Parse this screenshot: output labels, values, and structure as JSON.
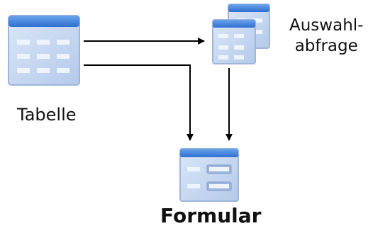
{
  "nodes": {
    "table": {
      "label": "Tabelle",
      "icon": "table-icon"
    },
    "query": {
      "label_line1": "Auswahl-",
      "label_line2": "abfrage",
      "icon": "query-icon"
    },
    "form": {
      "label": "Formular",
      "icon": "form-icon"
    }
  },
  "edges": [
    {
      "from": "table",
      "to": "query"
    },
    {
      "from": "table",
      "to": "form"
    },
    {
      "from": "query",
      "to": "form"
    }
  ],
  "colors": {
    "header_blue": "#2f6fcf",
    "body_blue": "#c8d9f2",
    "cell_blue": "#e8f0fb",
    "arrow": "#000000",
    "text": "#111111"
  }
}
